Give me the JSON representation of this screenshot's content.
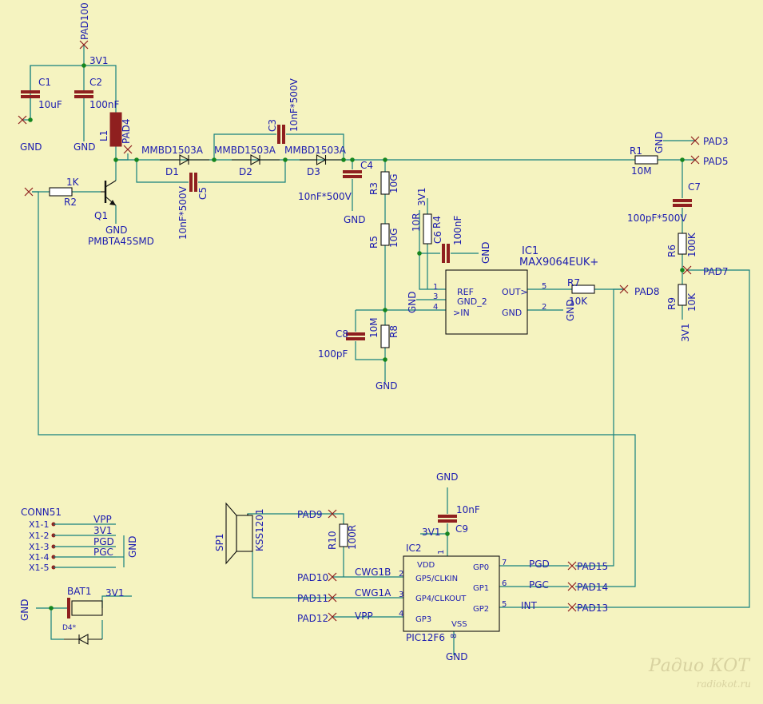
{
  "capacitors": [
    {
      "id": "C1",
      "ref": "C1",
      "value": "10uF"
    },
    {
      "id": "C2",
      "ref": "C2",
      "value": "100nF"
    },
    {
      "id": "C3",
      "ref": "C3",
      "value": "10nF*500V"
    },
    {
      "id": "C4",
      "ref": "C4",
      "value": "10nF*500V"
    },
    {
      "id": "C5",
      "ref": "C5",
      "value": "10nF*500V"
    },
    {
      "id": "C6",
      "ref": "C6",
      "value": "100nF"
    },
    {
      "id": "C7",
      "ref": "C7",
      "value": "100pF*500V"
    },
    {
      "id": "C8",
      "ref": "C8",
      "value": "100pF"
    },
    {
      "id": "C9",
      "ref": "C9",
      "value": "10nF"
    }
  ],
  "resistors": [
    {
      "id": "R1",
      "ref": "R1",
      "value": "10M"
    },
    {
      "id": "R2",
      "ref": "R2",
      "value": "1K"
    },
    {
      "id": "R3",
      "ref": "R3",
      "value": "10G"
    },
    {
      "id": "R4",
      "ref": "R4",
      "value": "10R"
    },
    {
      "id": "R5",
      "ref": "R5",
      "value": "10G"
    },
    {
      "id": "R6",
      "ref": "R6",
      "value": "100K"
    },
    {
      "id": "R7",
      "ref": "R7",
      "value": "10K"
    },
    {
      "id": "R8",
      "ref": "R8",
      "value": "10M"
    },
    {
      "id": "R9",
      "ref": "R9",
      "value": "10K"
    },
    {
      "id": "R10",
      "ref": "R10",
      "value": "100R"
    }
  ],
  "diodes": [
    {
      "id": "D1",
      "ref": "D1",
      "value": "MMBD1503A"
    },
    {
      "id": "D2",
      "ref": "D2",
      "value": "MMBD1503A"
    },
    {
      "id": "D3",
      "ref": "D3",
      "value": "MMBD1503A"
    },
    {
      "id": "D4",
      "ref": "D4*",
      "value": ""
    }
  ],
  "inductor": {
    "ref": "L1",
    "value": "PAD4"
  },
  "transistor": {
    "ref": "Q1",
    "value": "PMBTA45SMD"
  },
  "speaker": {
    "ref": "SP1",
    "value": "KSS1201"
  },
  "battery": {
    "ref": "BAT1"
  },
  "ic1": {
    "ref": "IC1",
    "value": "MAX9064EUK+",
    "pins": [
      {
        "num": "1",
        "name": "REF"
      },
      {
        "num": "3",
        "name": "GND_2"
      },
      {
        "num": "4",
        "name": ">IN"
      },
      {
        "num": "5",
        "name": "OUT>"
      },
      {
        "num": "2",
        "name": "GND"
      }
    ]
  },
  "ic2": {
    "ref": "IC2",
    "value": "PIC12F6",
    "pins": [
      {
        "num": "1",
        "name": "VDD"
      },
      {
        "num": "2",
        "name": "GP5/CLKIN"
      },
      {
        "num": "3",
        "name": "GP4/CLKOUT"
      },
      {
        "num": "4",
        "name": "GP3"
      },
      {
        "num": "8",
        "name": "VSS"
      },
      {
        "num": "7",
        "name": "GP0"
      },
      {
        "num": "6",
        "name": "GP1"
      },
      {
        "num": "5",
        "name": "GP2"
      }
    ]
  },
  "connector": {
    "ref": "CONN51",
    "pins": [
      {
        "pin": "X1-1",
        "net": "VPP"
      },
      {
        "pin": "X1-2",
        "net": "3V1"
      },
      {
        "pin": "X1-3",
        "net": "PGD"
      },
      {
        "pin": "X1-4",
        "net": "PGC"
      },
      {
        "pin": "X1-5",
        "net": ""
      }
    ],
    "gnd": "GND"
  },
  "pads": {
    "PAD100": "PAD100",
    "PAD3": "PAD3",
    "PAD5": "PAD5",
    "PAD7": "PAD7",
    "PAD8": "PAD8",
    "PAD9": "PAD9",
    "PAD10": "PAD10",
    "PAD11": "PAD11",
    "PAD12": "PAD12",
    "PAD13": "PAD13",
    "PAD14": "PAD14",
    "PAD15": "PAD15"
  },
  "nets": {
    "v3v1": "3V1",
    "gnd": "GND",
    "cwg1b": "CWG1B",
    "cwg1a": "CWG1A",
    "vpp": "VPP",
    "pgd": "PGD",
    "pgc": "PGC",
    "int": "INT"
  },
  "watermark": {
    "brand": "Радио КОТ",
    "url": "radiokot.ru"
  }
}
